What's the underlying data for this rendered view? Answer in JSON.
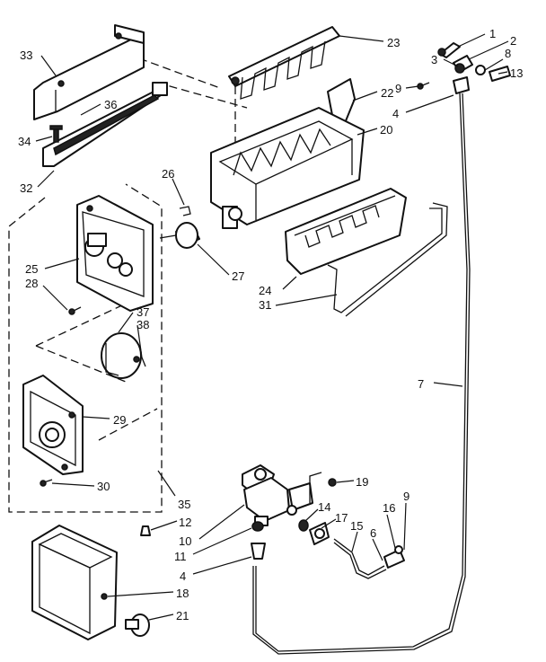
{
  "callouts": [
    {
      "id": "c1",
      "text": "1"
    },
    {
      "id": "c2",
      "text": "2"
    },
    {
      "id": "c3",
      "text": "3"
    },
    {
      "id": "c4a",
      "text": "4"
    },
    {
      "id": "c4b",
      "text": "4"
    },
    {
      "id": "c6",
      "text": "6"
    },
    {
      "id": "c7",
      "text": "7"
    },
    {
      "id": "c8",
      "text": "8"
    },
    {
      "id": "c9a",
      "text": "9"
    },
    {
      "id": "c9b",
      "text": "9"
    },
    {
      "id": "c10",
      "text": "10"
    },
    {
      "id": "c11",
      "text": "11"
    },
    {
      "id": "c12",
      "text": "12"
    },
    {
      "id": "c13",
      "text": "13"
    },
    {
      "id": "c14",
      "text": "14"
    },
    {
      "id": "c15",
      "text": "15"
    },
    {
      "id": "c16",
      "text": "16"
    },
    {
      "id": "c17",
      "text": "17"
    },
    {
      "id": "c18",
      "text": "18"
    },
    {
      "id": "c19",
      "text": "19"
    },
    {
      "id": "c20",
      "text": "20"
    },
    {
      "id": "c21",
      "text": "21"
    },
    {
      "id": "c22",
      "text": "22"
    },
    {
      "id": "c23",
      "text": "23"
    },
    {
      "id": "c24",
      "text": "24"
    },
    {
      "id": "c25",
      "text": "25"
    },
    {
      "id": "c26",
      "text": "26"
    },
    {
      "id": "c27",
      "text": "27"
    },
    {
      "id": "c28",
      "text": "28"
    },
    {
      "id": "c29",
      "text": "29"
    },
    {
      "id": "c30",
      "text": "30"
    },
    {
      "id": "c31",
      "text": "31"
    },
    {
      "id": "c32",
      "text": "32"
    },
    {
      "id": "c33",
      "text": "33"
    },
    {
      "id": "c34",
      "text": "34"
    },
    {
      "id": "c35",
      "text": "35"
    },
    {
      "id": "c36",
      "text": "36"
    },
    {
      "id": "c37",
      "text": "37"
    },
    {
      "id": "c38",
      "text": "38"
    }
  ]
}
